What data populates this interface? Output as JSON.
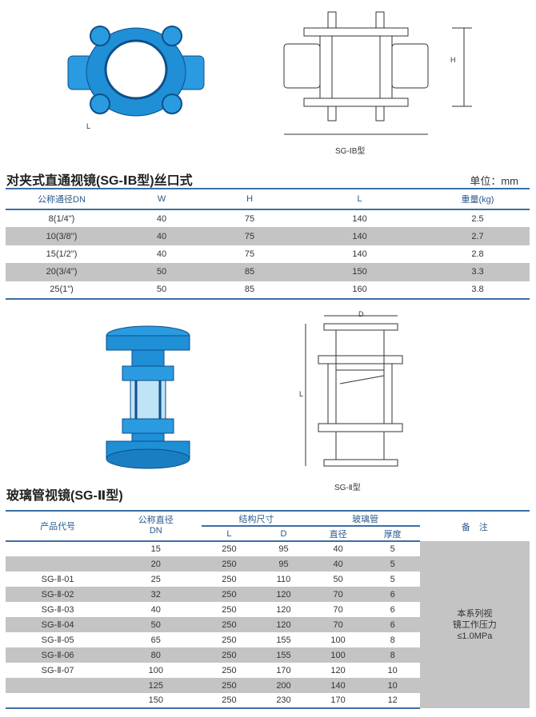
{
  "section1": {
    "title": "对夹式直通视镜(SG-ⅠB型)丝口式",
    "unit": "单位：mm",
    "drawing_caption": "SG-ⅠB型",
    "drawing_labels": {
      "length": "L",
      "height": "H"
    },
    "columns": [
      "公称通径DN",
      "W",
      "H",
      "L",
      "重量(kg)"
    ],
    "rows": [
      [
        "8(1/4\")",
        "40",
        "75",
        "140",
        "2.5"
      ],
      [
        "10(3/8\")",
        "40",
        "75",
        "140",
        "2.7"
      ],
      [
        "15(1/2\")",
        "40",
        "75",
        "140",
        "2.8"
      ],
      [
        "20(3/4\")",
        "50",
        "85",
        "150",
        "3.3"
      ],
      [
        "25(1\")",
        "50",
        "85",
        "160",
        "3.8"
      ]
    ]
  },
  "section2": {
    "title": "玻璃管视镜(SG-Ⅱ型)",
    "drawing_caption": "SG-Ⅱ型",
    "drawing_labels": {
      "diameter": "D",
      "length": "L"
    },
    "headers": {
      "code": "产品代号",
      "dn": "公称直径",
      "dn2": "DN",
      "structure": "结构尺寸",
      "glass": "玻璃管",
      "remark": "备　注",
      "L": "L",
      "D": "D",
      "glass_dia": "直径",
      "glass_thick": "厚度"
    },
    "remark_lines": [
      "本系列视",
      "镜工作压力",
      "≤1.0MPa"
    ],
    "rows": [
      [
        "",
        "15",
        "250",
        "95",
        "40",
        "5"
      ],
      [
        "",
        "20",
        "250",
        "95",
        "40",
        "5"
      ],
      [
        "SG-Ⅱ-01",
        "25",
        "250",
        "110",
        "50",
        "5"
      ],
      [
        "SG-Ⅱ-02",
        "32",
        "250",
        "120",
        "70",
        "6"
      ],
      [
        "SG-Ⅱ-03",
        "40",
        "250",
        "120",
        "70",
        "6"
      ],
      [
        "SG-Ⅱ-04",
        "50",
        "250",
        "120",
        "70",
        "6"
      ],
      [
        "SG-Ⅱ-05",
        "65",
        "250",
        "155",
        "100",
        "8"
      ],
      [
        "SG-Ⅱ-06",
        "80",
        "250",
        "155",
        "100",
        "8"
      ],
      [
        "SG-Ⅱ-07",
        "100",
        "250",
        "170",
        "120",
        "10"
      ],
      [
        "",
        "125",
        "250",
        "200",
        "140",
        "10"
      ],
      [
        "",
        "150",
        "250",
        "230",
        "170",
        "12"
      ]
    ]
  }
}
